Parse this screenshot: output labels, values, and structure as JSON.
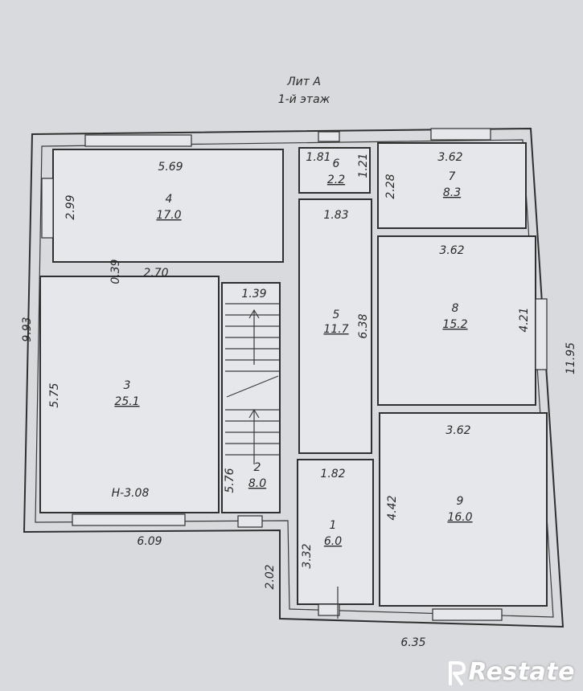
{
  "title": {
    "line1": "Лит А",
    "line2": "1-й этаж"
  },
  "rooms": [
    {
      "key": "r1",
      "number": "1",
      "area": "6.0"
    },
    {
      "key": "r2",
      "number": "2",
      "area": "8.0"
    },
    {
      "key": "r3",
      "number": "3",
      "area": "25.1"
    },
    {
      "key": "r4",
      "number": "4",
      "area": "17.0"
    },
    {
      "key": "r5",
      "number": "5",
      "area": "11.7"
    },
    {
      "key": "r6",
      "number": "6",
      "area": "2.2"
    },
    {
      "key": "r7",
      "number": "7",
      "area": "8.3"
    },
    {
      "key": "r8",
      "number": "8",
      "area": "15.2"
    },
    {
      "key": "r9",
      "number": "9",
      "area": "16.0"
    }
  ],
  "dimensions": {
    "d_569": "5.69",
    "d_299": "2.99",
    "d_039": "0.39",
    "d_270": "2.70",
    "d_993": "9.93",
    "d_575": "5.75",
    "d_139": "1.39",
    "d_576": "5.76",
    "d_h308": "H-3.08",
    "d_609": "6.09",
    "d_181": "1.81",
    "d_121": "1.21",
    "d_183": "1.83",
    "d_638": "6.38",
    "d_182": "1.82",
    "d_332": "3.32",
    "d_202": "2.02",
    "d_362a": "3.62",
    "d_228": "2.28",
    "d_362b": "3.62",
    "d_421": "4.21",
    "d_1195": "11.95",
    "d_362c": "3.62",
    "d_442": "4.42",
    "d_635": "6.35"
  },
  "watermark": {
    "text": "Restate",
    "icon": "restate-logo-icon"
  },
  "colors": {
    "paper": "#d9dadd",
    "room_fill": "#e6e7ea",
    "ink": "#2f2f2f"
  }
}
